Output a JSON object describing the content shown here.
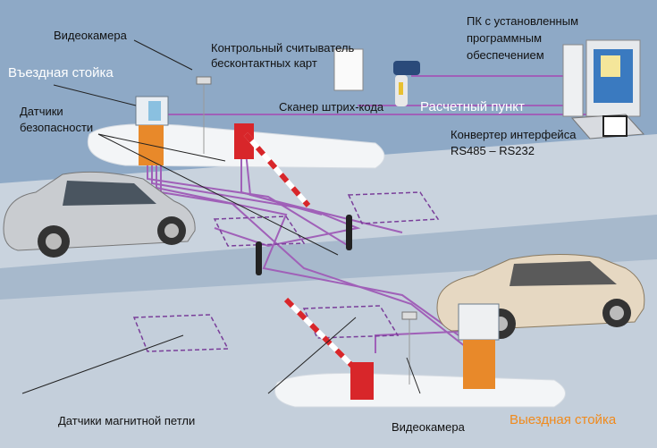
{
  "labels": {
    "camera_top": "Видеокамера",
    "reader_line1": "Контрольный считыватель",
    "reader_line2": "бесконтактных карт",
    "pc_line1": "ПК с установленным",
    "pc_line2": "программным",
    "pc_line3": "обеспечением",
    "entry_stand": "Въездная стойка",
    "safety_line1": "Датчики",
    "safety_line2": "безопасности",
    "scanner": "Сканер штрих-кода",
    "payment_point": "Расчетный пункт",
    "converter_line1": "Конвертер интерфейса",
    "converter_line2": "RS485 – RS232",
    "loop_sensors": "Датчики магнитной петли",
    "camera_bottom": "Видеокамера",
    "exit_stand": "Выездная стойка"
  },
  "colors": {
    "background": "#8ea9c6",
    "road": "#c9d3de",
    "wire": "#a060b8",
    "stand": "#e8892a",
    "barrier": "#d8262a"
  }
}
